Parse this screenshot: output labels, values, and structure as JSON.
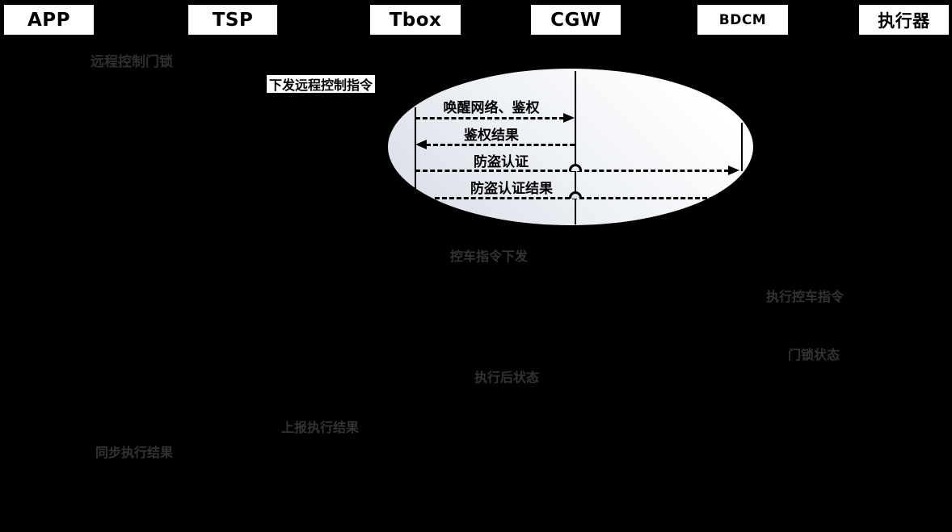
{
  "actors": [
    {
      "label": "APP"
    },
    {
      "label": "TSP"
    },
    {
      "label": "Tbox"
    },
    {
      "label": "CGW"
    },
    {
      "label": "BDCM"
    },
    {
      "label": "执行器"
    }
  ],
  "annotations": {
    "scenario_label": "远程控制门锁",
    "command_box_label": "下发远程控制指令"
  },
  "auth_sequence": {
    "messages": [
      {
        "label": "唤醒网络、鉴权",
        "from": "Tbox",
        "to": "CGW",
        "direction": "right"
      },
      {
        "label": "鉴权结果",
        "from": "CGW",
        "to": "Tbox",
        "direction": "left"
      },
      {
        "label": "防盗认证",
        "from": "Tbox",
        "to": "BDCM",
        "direction": "right"
      },
      {
        "label": "防盗认证结果",
        "from": "BDCM",
        "to": "Tbox",
        "direction": "none"
      }
    ]
  },
  "flow_labels": [
    {
      "label": "控车指令下发"
    },
    {
      "label": "执行控车指令"
    },
    {
      "label": "门锁状态"
    },
    {
      "label": "执行后状态"
    },
    {
      "label": "上报执行结果"
    },
    {
      "label": "同步执行结果"
    }
  ],
  "colors": {
    "background": "#000000",
    "actor_box_bg": "#ffffff",
    "message_ink": "#000000",
    "dim_label": "#333333",
    "ellipse_gradient_start": "#ffffff",
    "ellipse_gradient_end": "#d7dbe5"
  }
}
